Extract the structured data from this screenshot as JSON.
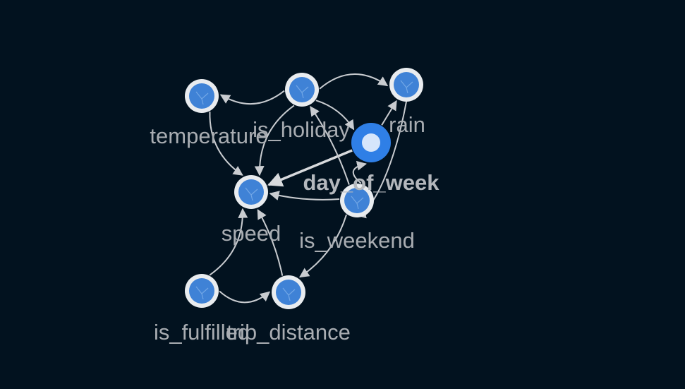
{
  "graph": {
    "colors": {
      "background": "#02121f",
      "node_ring": "#e9ecef",
      "node_fill": "#3f82d6",
      "selected_node": "#2f7fe6",
      "edge": "#c9ccd0",
      "label": "#a9adb2"
    },
    "selected_node": "day_of_week",
    "nodes": [
      {
        "id": "temperature",
        "label": "temperature"
      },
      {
        "id": "is_holiday",
        "label": "is_holiday"
      },
      {
        "id": "rain",
        "label": "rain"
      },
      {
        "id": "day_of_week",
        "label": "day_of_week"
      },
      {
        "id": "speed",
        "label": "speed"
      },
      {
        "id": "is_weekend",
        "label": "is_weekend"
      },
      {
        "id": "is_fulfilled",
        "label": "is_fulfilled"
      },
      {
        "id": "trip_distance",
        "label": "trip_distance"
      }
    ],
    "edges": [
      {
        "from": "is_holiday",
        "to": "temperature"
      },
      {
        "from": "is_holiday",
        "to": "rain"
      },
      {
        "from": "is_holiday",
        "to": "day_of_week"
      },
      {
        "from": "is_holiday",
        "to": "speed"
      },
      {
        "from": "temperature",
        "to": "speed"
      },
      {
        "from": "day_of_week",
        "to": "speed"
      },
      {
        "from": "day_of_week",
        "to": "rain"
      },
      {
        "from": "is_weekend",
        "to": "day_of_week"
      },
      {
        "from": "is_weekend",
        "to": "is_holiday"
      },
      {
        "from": "is_weekend",
        "to": "speed"
      },
      {
        "from": "is_weekend",
        "to": "trip_distance"
      },
      {
        "from": "trip_distance",
        "to": "speed"
      },
      {
        "from": "is_fulfilled",
        "to": "speed"
      },
      {
        "from": "is_fulfilled",
        "to": "trip_distance"
      },
      {
        "from": "rain",
        "to": "speed"
      }
    ]
  }
}
